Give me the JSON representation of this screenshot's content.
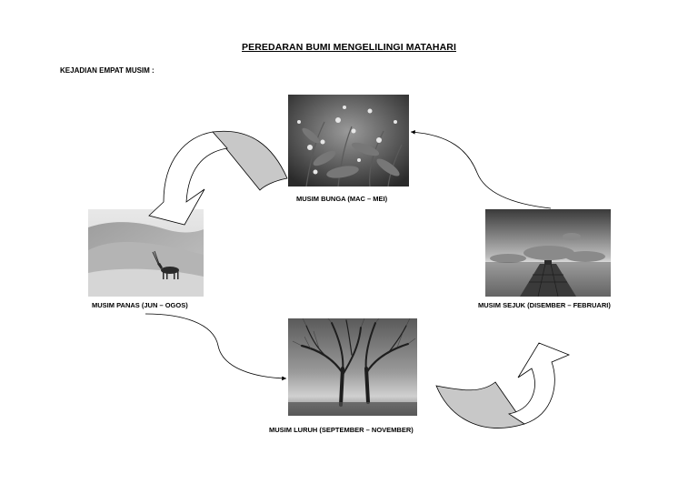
{
  "document": {
    "title": "PEREDARAN BUMI MENGELILINGI MATAHARI",
    "subtitle": "KEJADIAN EMPAT MUSIM :"
  },
  "seasons": [
    {
      "id": "bunga",
      "caption": "MUSIM BUNGA (MAC – MEI)",
      "image": "flowers-photo"
    },
    {
      "id": "panas",
      "caption": "MUSIM PANAS (JUN – OGOS)",
      "image": "desert-oryx-photo"
    },
    {
      "id": "luruh",
      "caption": "MUSIM LURUH (SEPTEMBER – NOVEMBER)",
      "image": "foggy-trees-photo"
    },
    {
      "id": "sejuk",
      "caption": "MUSIM SEJUK (DISEMBER – FEBRUARI)",
      "image": "sea-pier-photo"
    }
  ],
  "colors": {
    "arrow_fill": "#c8c8c8",
    "stroke": "#000000",
    "background": "#ffffff"
  }
}
